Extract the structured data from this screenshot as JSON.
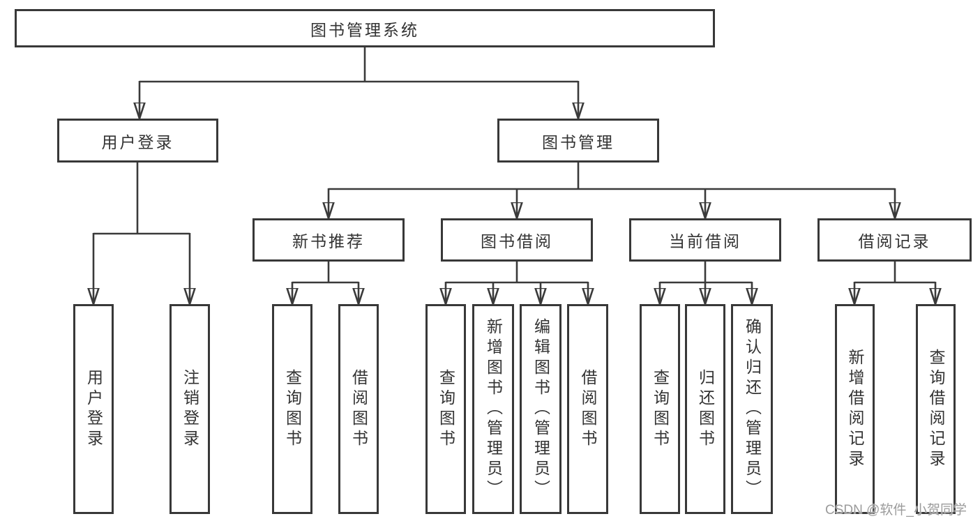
{
  "tree": {
    "root": "图书管理系统",
    "branches": [
      {
        "label": "用户登录",
        "leaves": [
          "用户登录",
          "注销登录"
        ]
      },
      {
        "label": "图书管理",
        "groups": [
          {
            "label": "新书推荐",
            "leaves": [
              "查询图书",
              "借阅图书"
            ]
          },
          {
            "label": "图书借阅",
            "leaves": [
              "查询图书",
              "新增图书（管理员）",
              "编辑图书（管理员）",
              "借阅图书"
            ]
          },
          {
            "label": "当前借阅",
            "leaves": [
              "查询图书",
              "归还图书",
              "确认归还（管理员）"
            ]
          },
          {
            "label": "借阅记录",
            "leaves": [
              "新增借阅记录",
              "查询借阅记录"
            ]
          }
        ]
      }
    ]
  },
  "watermark": "CSDN @软件_小贺同学",
  "colors": {
    "line": "#3a3a3a",
    "border": "#383838",
    "text": "#333333",
    "background": "#ffffff",
    "watermark": "#9b9b9b"
  }
}
